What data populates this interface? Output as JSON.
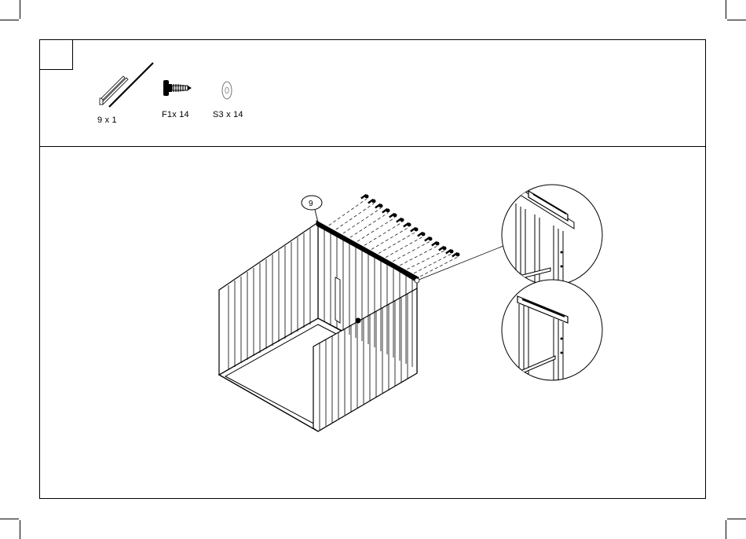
{
  "parts": [
    {
      "id": "panel",
      "label": "9  x 1",
      "icon": "panel-strip-icon"
    },
    {
      "id": "screw",
      "label": "F1x 14",
      "icon": "screw-icon"
    },
    {
      "id": "washer",
      "label": "S3 x 14",
      "icon": "washer-icon"
    }
  ],
  "assembly": {
    "callout_number": "9"
  }
}
